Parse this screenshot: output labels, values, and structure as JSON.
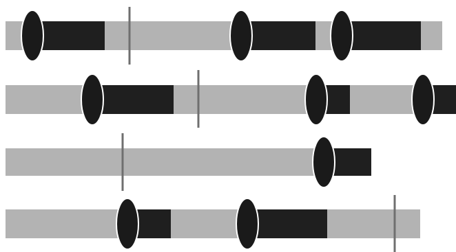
{
  "diagram": {
    "colors": {
      "background": "#ffffff",
      "track": "#b3b3b3",
      "block": "#1f1f1f",
      "oval": "#1a1a1a",
      "oval_outline": "#ffffff",
      "marker": "#6f6f6f"
    },
    "tracks": [
      {
        "id": "track-1",
        "has_oval_blocks": 3,
        "has_marker": true
      },
      {
        "id": "track-2",
        "has_oval_blocks": 3,
        "has_marker": true
      },
      {
        "id": "track-3",
        "has_oval_blocks": 1,
        "has_marker": true
      },
      {
        "id": "track-4",
        "has_oval_blocks": 2,
        "has_marker": true
      }
    ]
  }
}
